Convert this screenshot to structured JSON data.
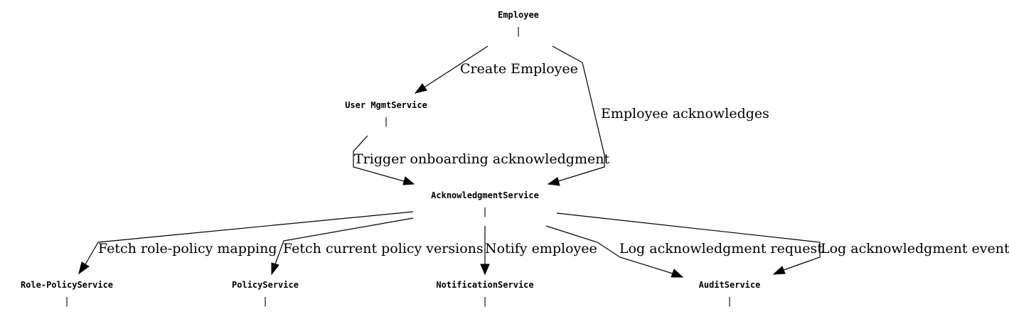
{
  "nodes": {
    "employee": {
      "label": "Employee",
      "bar": "|"
    },
    "user_mgmt_service": {
      "label": "User MgmtService",
      "bar": "|"
    },
    "acknowledgment_service": {
      "label": "AcknowledgmentService",
      "bar": "|"
    },
    "role_policy_service": {
      "label": "Role-PolicyService",
      "bar": "|"
    },
    "policy_service": {
      "label": "PolicyService",
      "bar": "|"
    },
    "notification_service": {
      "label": "NotificationService",
      "bar": "|"
    },
    "audit_service": {
      "label": "AuditService",
      "bar": "|"
    }
  },
  "edges": {
    "create_employee": {
      "label": "Create Employee"
    },
    "employee_acknowledges": {
      "label": "Employee acknowledges"
    },
    "trigger_onboarding": {
      "label": "Trigger onboarding acknowledgment"
    },
    "fetch_role_policy": {
      "label": "Fetch role-policy mapping"
    },
    "fetch_policy_versions": {
      "label": "Fetch current policy versions"
    },
    "notify_employee": {
      "label": "Notify employee"
    },
    "log_ack_request": {
      "label": "Log acknowledgment request"
    },
    "log_ack_event": {
      "label": "Log acknowledgment event"
    }
  }
}
